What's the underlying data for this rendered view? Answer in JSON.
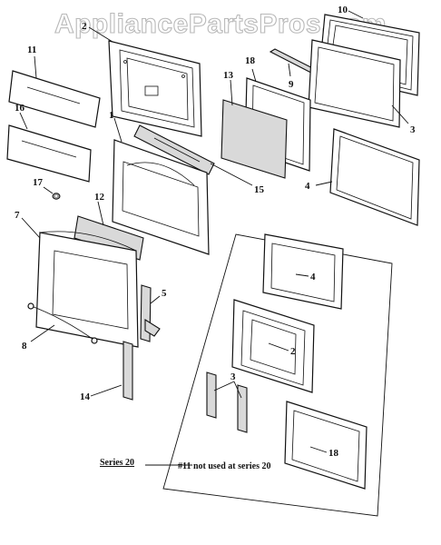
{
  "watermark": "AppliancePartsPros.com",
  "callouts": {
    "c1": "1",
    "c2": "2",
    "c3": "3",
    "c4": "4",
    "c5": "5",
    "c7": "7",
    "c8": "8",
    "c9": "9",
    "c10": "10",
    "c11": "11",
    "c12": "12",
    "c13": "13",
    "c14": "14",
    "c15": "15",
    "c16": "16",
    "c17": "17",
    "c18": "18"
  },
  "series_inset": {
    "label": "Series 20",
    "note": "#11 not used at series 20",
    "callouts": {
      "c2": "2",
      "c3": "3",
      "c4": "4",
      "c18": "18"
    }
  }
}
